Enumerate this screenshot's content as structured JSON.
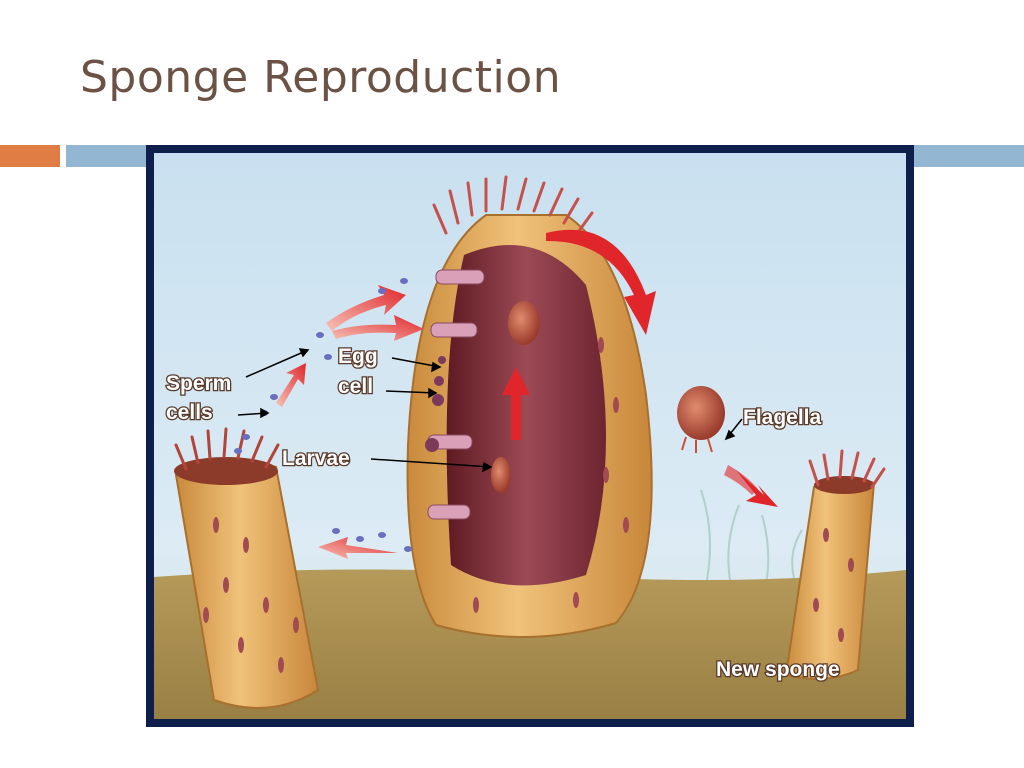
{
  "slide": {
    "title": "Sponge Reproduction"
  },
  "labels": {
    "sperm_line1": "Sperm",
    "sperm_line2": "cells",
    "egg_line1": "Egg",
    "egg_line2": "cell",
    "larvae": "Larvae",
    "flagella": "Flagella",
    "new_sponge": "New sponge"
  },
  "colors": {
    "title": "#6b5245",
    "accent_orange": "#e07d45",
    "accent_blue": "#93b6d2",
    "frame": "#0d1f4a",
    "water": "#cfe4f1",
    "seabed": "#a88a4c",
    "sponge_body": "#e2a95a",
    "arrow_red": "#e0262a"
  }
}
